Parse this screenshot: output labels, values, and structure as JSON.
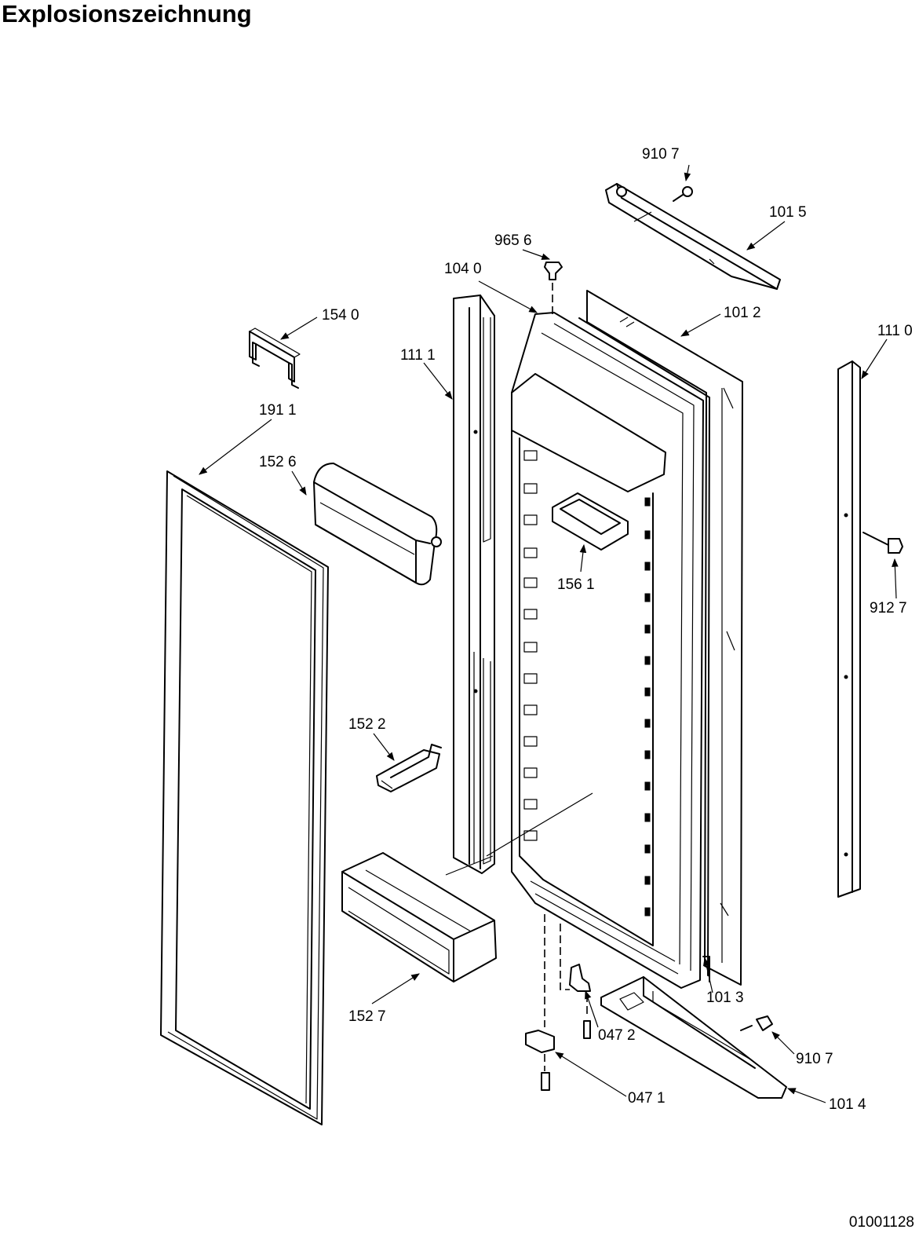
{
  "title": "Explosionszeichnung",
  "drawing_id": "01001128",
  "part_labels": {
    "p9107_top": "910 7",
    "p1015": "101 5",
    "p9656": "965 6",
    "p1040": "104 0",
    "p1012": "101 2",
    "p1540": "154 0",
    "p1111": "111 1",
    "p1110": "111 0",
    "p1911": "191 1",
    "p1526": "152 6",
    "p1561": "156 1",
    "p9127": "912 7",
    "p1522": "152 2",
    "p1013": "101 3",
    "p1527": "152 7",
    "p0472": "047 2",
    "p9107_bottom": "910 7",
    "p0471": "047 1",
    "p1014": "101 4"
  }
}
